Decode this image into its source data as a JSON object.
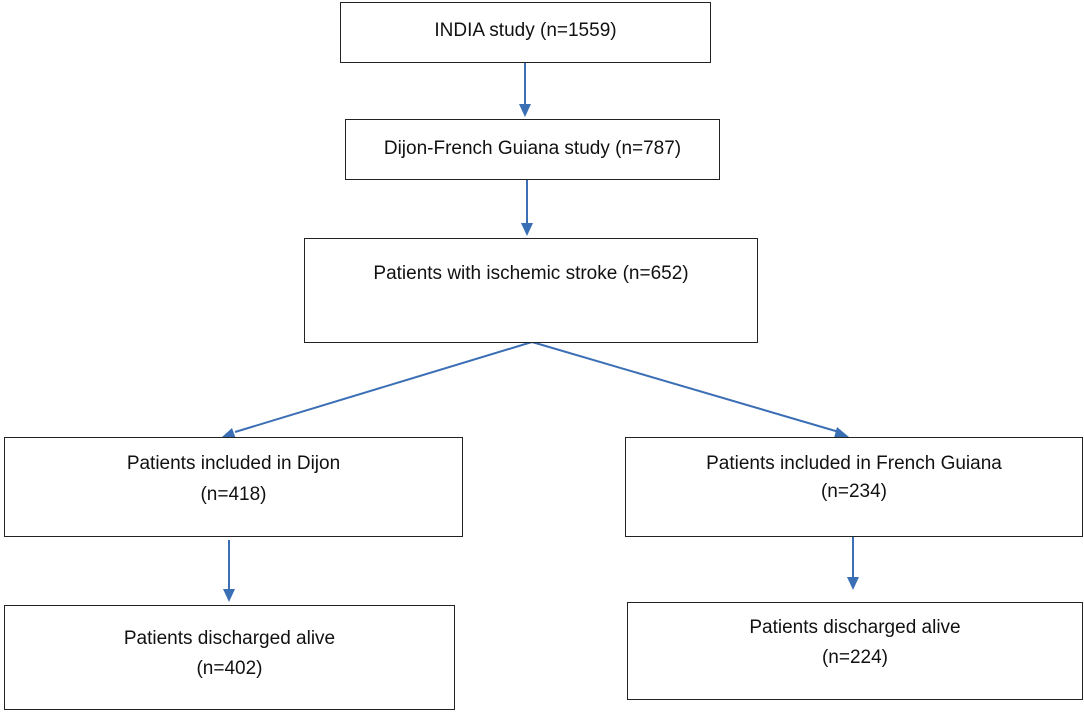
{
  "boxes": {
    "india": {
      "line1": "INDIA study (n=1559)"
    },
    "dijon_guiana": {
      "line1": "Dijon-French Guiana study (n=787)"
    },
    "ischemic": {
      "line1": "Patients with ischemic stroke (n=652)"
    },
    "dijon_included": {
      "line1": "Patients included in Dijon",
      "line2": "(n=418)"
    },
    "guiana_included": {
      "line1": "Patients included in French Guiana",
      "line2": "(n=234)"
    },
    "dijon_discharged": {
      "line1": "Patients discharged alive",
      "line2": "(n=402)"
    },
    "guiana_discharged": {
      "line1": "Patients discharged alive",
      "line2": "(n=224)"
    }
  },
  "colors": {
    "arrow": "#3b6fb5",
    "box_border": "#222222"
  }
}
